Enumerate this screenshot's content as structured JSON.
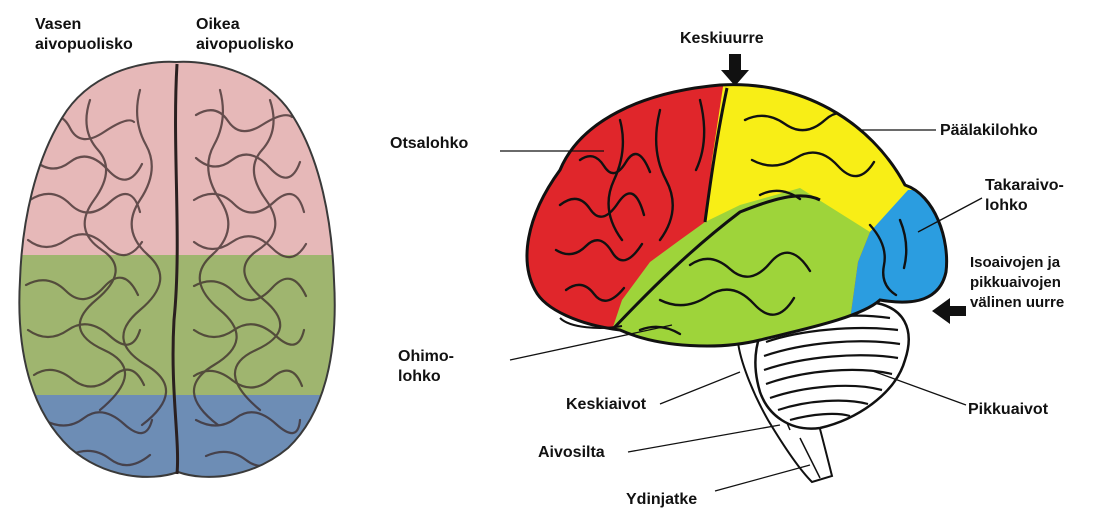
{
  "top_view": {
    "left_hemisphere_label": [
      "Vasen",
      "aivopuolisko"
    ],
    "right_hemisphere_label": [
      "Oikea",
      "aivopuolisko"
    ]
  },
  "side_view": {
    "central_sulcus": "Keskiuurre",
    "frontal_lobe": "Otsalohko",
    "parietal_lobe": "Päälakilohko",
    "occipital_lobe": [
      "Takaraivo-",
      "lohko"
    ],
    "transverse_fissure": [
      "Isoaivojen ja",
      "pikkuaivojen",
      "välinen uurre"
    ],
    "temporal_lobe": [
      "Ohimo-",
      "lohko"
    ],
    "midbrain": "Keskiaivot",
    "pons": "Aivosilta",
    "medulla": "Ydinjatke",
    "cerebellum": "Pikkuaivot"
  },
  "colors": {
    "frontal": "#e0262b",
    "parietal": "#f8ee16",
    "temporal": "#9ed43a",
    "occipital": "#2b9de0",
    "top_pink": "#e6b8b8",
    "top_green": "#9fb56f",
    "top_blue": "#6d8db5"
  }
}
